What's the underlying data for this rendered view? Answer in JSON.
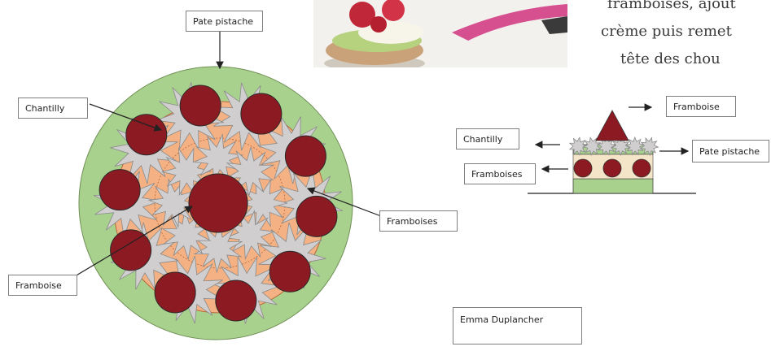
{
  "intro_text": {
    "line1": "framboises, ajout",
    "line2": "crème puis remet",
    "line3": "tête des chou"
  },
  "top_view": {
    "label_pate": "Pate pistache",
    "label_chantilly": "Chantilly",
    "label_framboises": "Framboises",
    "label_framboise": "Framboise"
  },
  "side_view": {
    "label_framboise": "Framboise",
    "label_chantilly": "Chantilly",
    "label_pate": "Pate pistache",
    "label_framboises": "Framboises"
  },
  "author": "Emma Duplancher",
  "colors": {
    "pistachio": "#a9d18e",
    "raspberry": "#8b1a22",
    "cream": "#d0cece",
    "pastry": "#f4b183"
  }
}
